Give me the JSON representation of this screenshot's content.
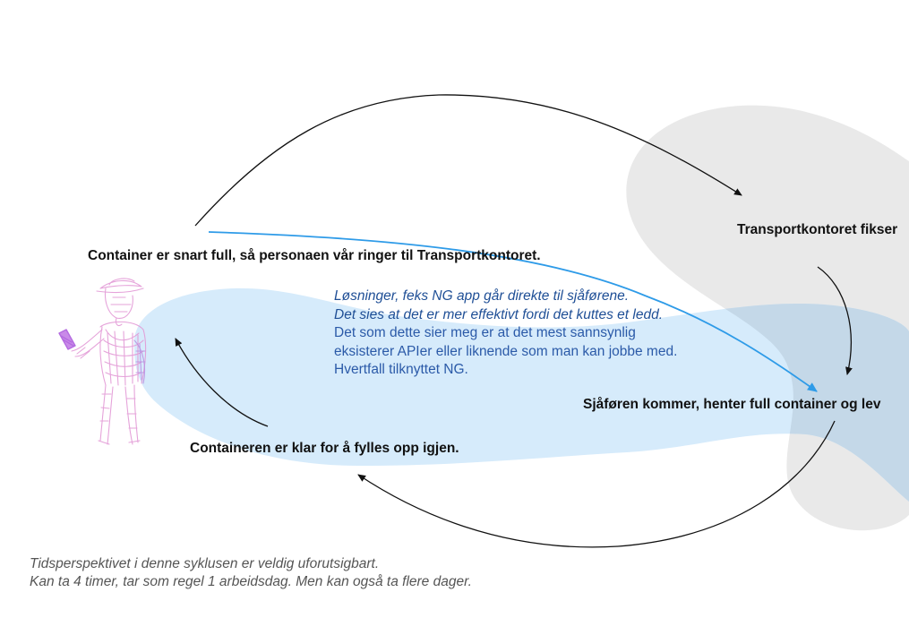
{
  "steps": {
    "container_full": "Container er snart full, så personaen vår ringer til Transportkontoret.",
    "transport_office": "Transportkontoret fikser",
    "driver": "Sjåføren kommer, henter full container og lev",
    "container_ready": "Containeren er klar for å fylles opp igjen."
  },
  "note": {
    "lines": [
      "Løsninger, feks NG app går direkte til sjåførene.",
      "Det sies at det er mer effektivt fordi det kuttes et ledd.",
      "Det som dette sier meg er at det mest sannsynlig",
      "eksisterer APIer eller liknende som man kan jobbe med.",
      "Hvertfall tilknyttet NG."
    ]
  },
  "footer": {
    "line1": "Tidsperspektivet i denne syklusen er veldig uforutsigbart.",
    "line2": "Kan ta 4 timer, tar som regel 1 arbeidsdag. Men kan også ta flere dager."
  },
  "colors": {
    "gray_blob": "#e9e9e9",
    "blue_blob": "#d6ebfb",
    "overlap": "#c4d8e8",
    "arrow_black": "#111111",
    "arrow_blue": "#2e9be8",
    "sketch_pink": "#e39ad6",
    "sketch_purple": "#b46be0"
  }
}
